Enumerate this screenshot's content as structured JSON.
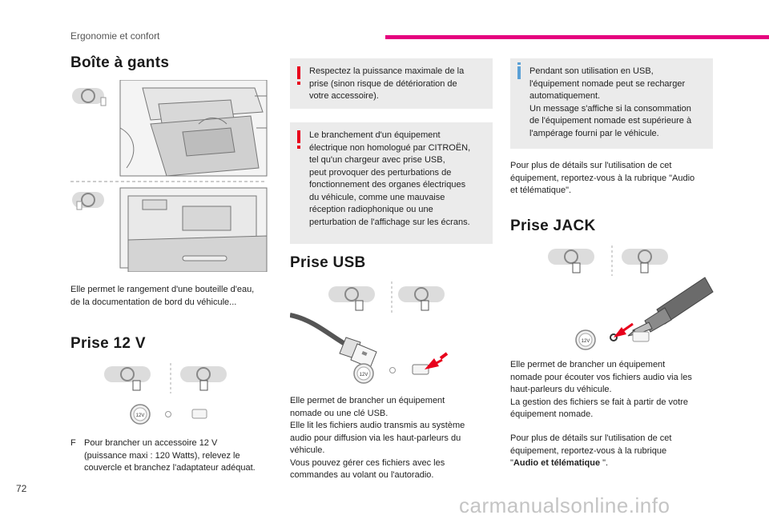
{
  "header": {
    "section": "Ergonomie et confort",
    "page_number": "72"
  },
  "glovebox": {
    "title": "Boîte à gants",
    "text": "Elle permet le rangement d'une bouteille d'eau,\nde la documentation de bord du véhicule..."
  },
  "socket12v": {
    "title": "Prise 12 V",
    "bullet": "F",
    "text": "Pour brancher un accessoire 12 V\n(puissance maxi : 120 Watts), relevez le\ncouvercle et branchez l'adaptateur adéquat."
  },
  "warnings": [
    "Respectez la puissance maximale de la\nprise (sinon risque de détérioration de\nvotre accessoire).",
    "Le branchement d'un équipement\nélectrique non homologué par CITROËN,\ntel qu'un chargeur avec prise USB,\npeut provoquer des perturbations de\nfonctionnement des organes électriques\ndu véhicule, comme une mauvaise\nréception radiophonique ou une\nperturbation de l'affichage sur les écrans."
  ],
  "usb": {
    "title": "Prise USB",
    "text": "Elle permet de brancher un équipement\nnomade ou une clé USB.\nElle lit les fichiers audio transmis au système\naudio pour diffusion via les haut-parleurs du\nvéhicule.\nVous pouvez gérer ces fichiers avec les\ncommandes au volant ou l'autoradio."
  },
  "info": "Pendant son utilisation en USB,\nl'équipement nomade peut se recharger\nautomatiquement.\nUn message s'affiche si la consommation\nde l'équipement nomade est supérieure à\nl'ampérage fourni par le véhicule.",
  "usb_details": "Pour plus de détails sur l'utilisation de cet\néquipement, reportez-vous à la rubrique \"Audio\net télématique\".",
  "jack": {
    "title": "Prise JACK",
    "text": "Elle permet de brancher un équipement\nnomade pour écouter vos fichiers audio via les\nhaut-parleurs du véhicule.\nLa gestion des fichiers se fait à partir de votre\néquipement nomade.",
    "details_prefix": "Pour plus de détails sur l'utilisation de cet\néquipement, reportez-vous à la rubrique\n\"",
    "details_link": "Audio et télématique",
    "details_suffix": " \"."
  },
  "icon_labels": {
    "socket_voltage": "12V"
  },
  "colors": {
    "accent_magenta": "#e5007e",
    "warning_red": "#e8001c",
    "info_blue": "#5aa0d6",
    "arrow_red": "#e8001c"
  },
  "watermark": "carmanualsonline.info"
}
